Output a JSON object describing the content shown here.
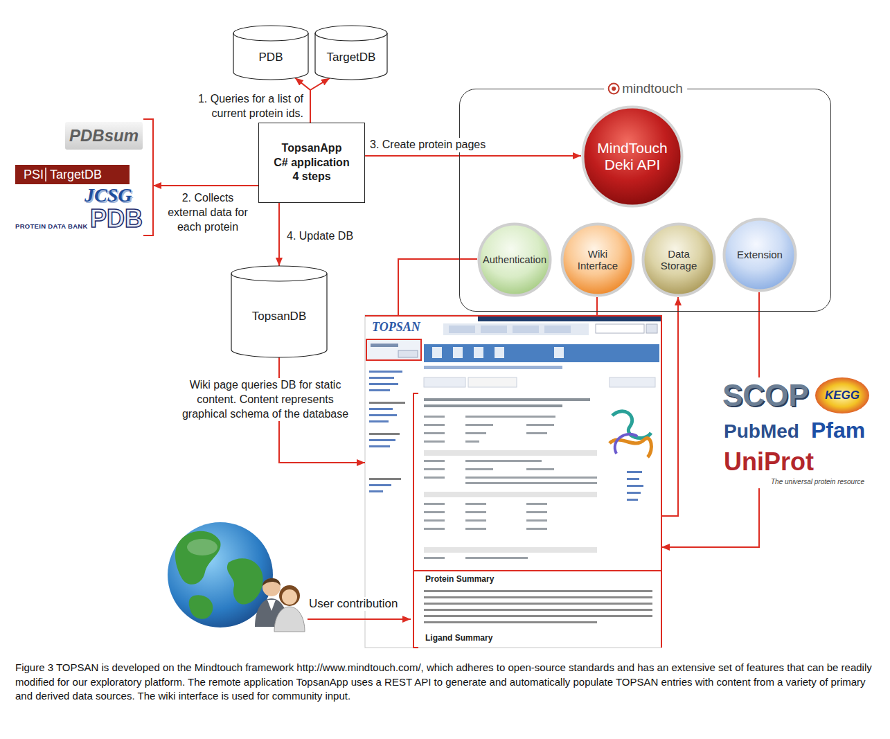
{
  "diagram": {
    "caption": "Figure 3 TOPSAN is developed on the Mindtouch framework http://www.mindtouch.com/, which adheres to open-source standards and has an extensive set of features that can be readily modified for our exploratory platform. The remote application TopsanApp uses a REST API to generate and automatically populate TOPSAN entries with content from a variety of primary and derived data sources. The wiki interface is used for community input.",
    "nodes": [
      {
        "text": [
          "PDB"
        ]
      },
      {
        "text": [
          "TargetDB"
        ]
      },
      {
        "text": [
          "TopsanApp C# application 4 steps"
        ]
      },
      {
        "text": [
          "PDBsum",
          "PSI",
          "TargetDB",
          "JCSG",
          "PROTEIN DATA BANK",
          "PDB"
        ]
      },
      {
        "text": [
          "mindtouch"
        ]
      },
      {
        "text": [
          "MindTouch Deki API"
        ],
        "in": 4
      },
      {
        "text": [
          "Authentication"
        ],
        "in": 4
      },
      {
        "text": [
          "Wiki Interface"
        ],
        "in": 4
      },
      {
        "text": [
          "Data Storage"
        ],
        "in": 4
      },
      {
        "text": [
          "Extension"
        ],
        "in": 4
      },
      {
        "text": [
          "TopsanDB"
        ]
      },
      {
        "text": [
          "TOPSAN",
          "Protein Summary",
          "Ligand Summary"
        ]
      },
      {
        "text": [
          "SCOP",
          "KEGG",
          "PubMed",
          "Pfam",
          "UniProt",
          "The universal protein resource"
        ]
      }
    ],
    "edges": [
      {
        "from": 2,
        "to": 0,
        "arrow": "to",
        "label": "1. Queries for a list of current protein ids."
      },
      {
        "from": 2,
        "to": 1,
        "arrow": "to"
      },
      {
        "from": 2,
        "to": 3,
        "arrow": "to",
        "label": "2. Collects external data for each protein"
      },
      {
        "from": 2,
        "to": 5,
        "arrow": "to",
        "label": "3. Create protein pages"
      },
      {
        "from": 2,
        "to": 10,
        "arrow": "to",
        "label": "4. Update DB"
      },
      {
        "from": 10,
        "to": 11,
        "arrow": "to",
        "label": "Wiki page queries DB for static content. Content represents graphical schema of the database"
      },
      {
        "from": 6,
        "to": 11,
        "arrow": "none"
      },
      {
        "from": 7,
        "to": 11,
        "arrow": "none"
      },
      {
        "from": 11,
        "to": 8,
        "arrow": "to"
      },
      {
        "from": 9,
        "to": 12,
        "arrow": "none"
      },
      {
        "from": 12,
        "to": 11,
        "arrow": "to"
      }
    ],
    "labels": [
      "User contribution"
    ]
  }
}
